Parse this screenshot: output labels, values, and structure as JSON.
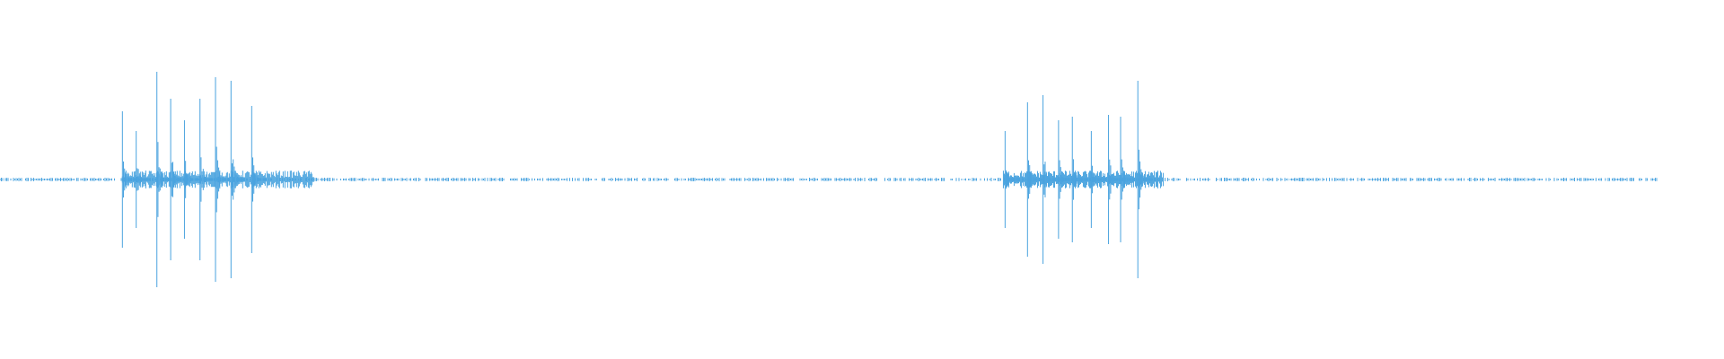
{
  "waveform": {
    "color": "#4aa3df",
    "background": "#ffffff",
    "bursts": [
      {
        "start": 0.071,
        "end": 0.182,
        "peaks": [
          {
            "t": 0.071,
            "amp": 0.38
          },
          {
            "t": 0.079,
            "amp": 0.27
          },
          {
            "t": 0.091,
            "amp": 0.6
          },
          {
            "t": 0.099,
            "amp": 0.45
          },
          {
            "t": 0.107,
            "amp": 0.33
          },
          {
            "t": 0.116,
            "amp": 0.45
          },
          {
            "t": 0.125,
            "amp": 0.57
          },
          {
            "t": 0.134,
            "amp": 0.55
          },
          {
            "t": 0.146,
            "amp": 0.41
          }
        ]
      },
      {
        "start": 0.582,
        "end": 0.675,
        "peaks": [
          {
            "t": 0.583,
            "amp": 0.27
          },
          {
            "t": 0.596,
            "amp": 0.43
          },
          {
            "t": 0.605,
            "amp": 0.47
          },
          {
            "t": 0.614,
            "amp": 0.33
          },
          {
            "t": 0.622,
            "amp": 0.35
          },
          {
            "t": 0.633,
            "amp": 0.27
          },
          {
            "t": 0.643,
            "amp": 0.36
          },
          {
            "t": 0.65,
            "amp": 0.35
          },
          {
            "t": 0.66,
            "amp": 0.55
          }
        ]
      }
    ],
    "noise_end": 0.961
  }
}
